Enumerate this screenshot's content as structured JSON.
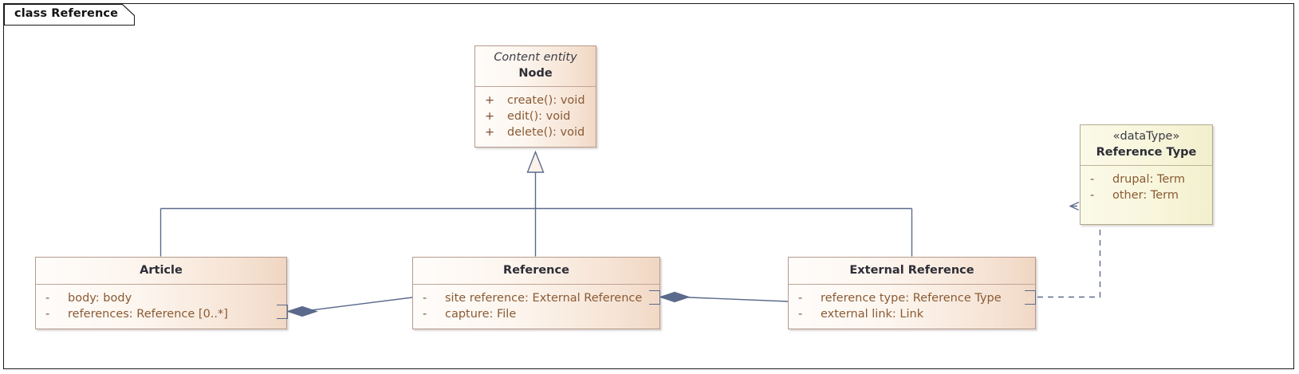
{
  "diagram": {
    "title": "class Reference",
    "frame_border_color": "#1a1a1a",
    "background": "#ffffff",
    "line_color": "#5b6a8c",
    "class_fill": "#f6e3d4",
    "datatype_fill": "#f7f5dc",
    "text_color": "#8a5a33"
  },
  "classes": {
    "node": {
      "name": "Node",
      "stereotype": "Content entity",
      "stereotype_style": "italic",
      "attributes": [],
      "operations": [
        {
          "visibility": "+",
          "signature": "create(): void"
        },
        {
          "visibility": "+",
          "signature": "edit(): void"
        },
        {
          "visibility": "+",
          "signature": "delete(): void"
        }
      ]
    },
    "reference_type": {
      "name": "Reference Type",
      "stereotype": "«dataType»",
      "stereotype_style": "guillemet",
      "attributes": [
        {
          "visibility": "-",
          "signature": "drupal: Term"
        },
        {
          "visibility": "-",
          "signature": "other: Term"
        }
      ]
    },
    "article": {
      "name": "Article",
      "attributes": [
        {
          "visibility": "-",
          "signature": "body: body"
        },
        {
          "visibility": "-",
          "signature": "references: Reference [0..*]"
        }
      ]
    },
    "reference": {
      "name": "Reference",
      "attributes": [
        {
          "visibility": "-",
          "signature": "site reference: External Reference"
        },
        {
          "visibility": "-",
          "signature": "capture: File"
        }
      ]
    },
    "external_reference": {
      "name": "External Reference",
      "attributes": [
        {
          "visibility": "-",
          "signature": "reference type: Reference Type"
        },
        {
          "visibility": "-",
          "signature": "external link: Link"
        }
      ]
    }
  },
  "relationships": [
    {
      "kind": "generalization",
      "source": "Article",
      "target": "Node"
    },
    {
      "kind": "generalization",
      "source": "Reference",
      "target": "Node"
    },
    {
      "kind": "generalization",
      "source": "External Reference",
      "target": "Node"
    },
    {
      "kind": "aggregation",
      "source": "Reference",
      "target": "Article"
    },
    {
      "kind": "aggregation",
      "source": "External Reference",
      "target": "Reference"
    },
    {
      "kind": "dependency",
      "source": "External Reference",
      "target": "Reference Type"
    }
  ]
}
